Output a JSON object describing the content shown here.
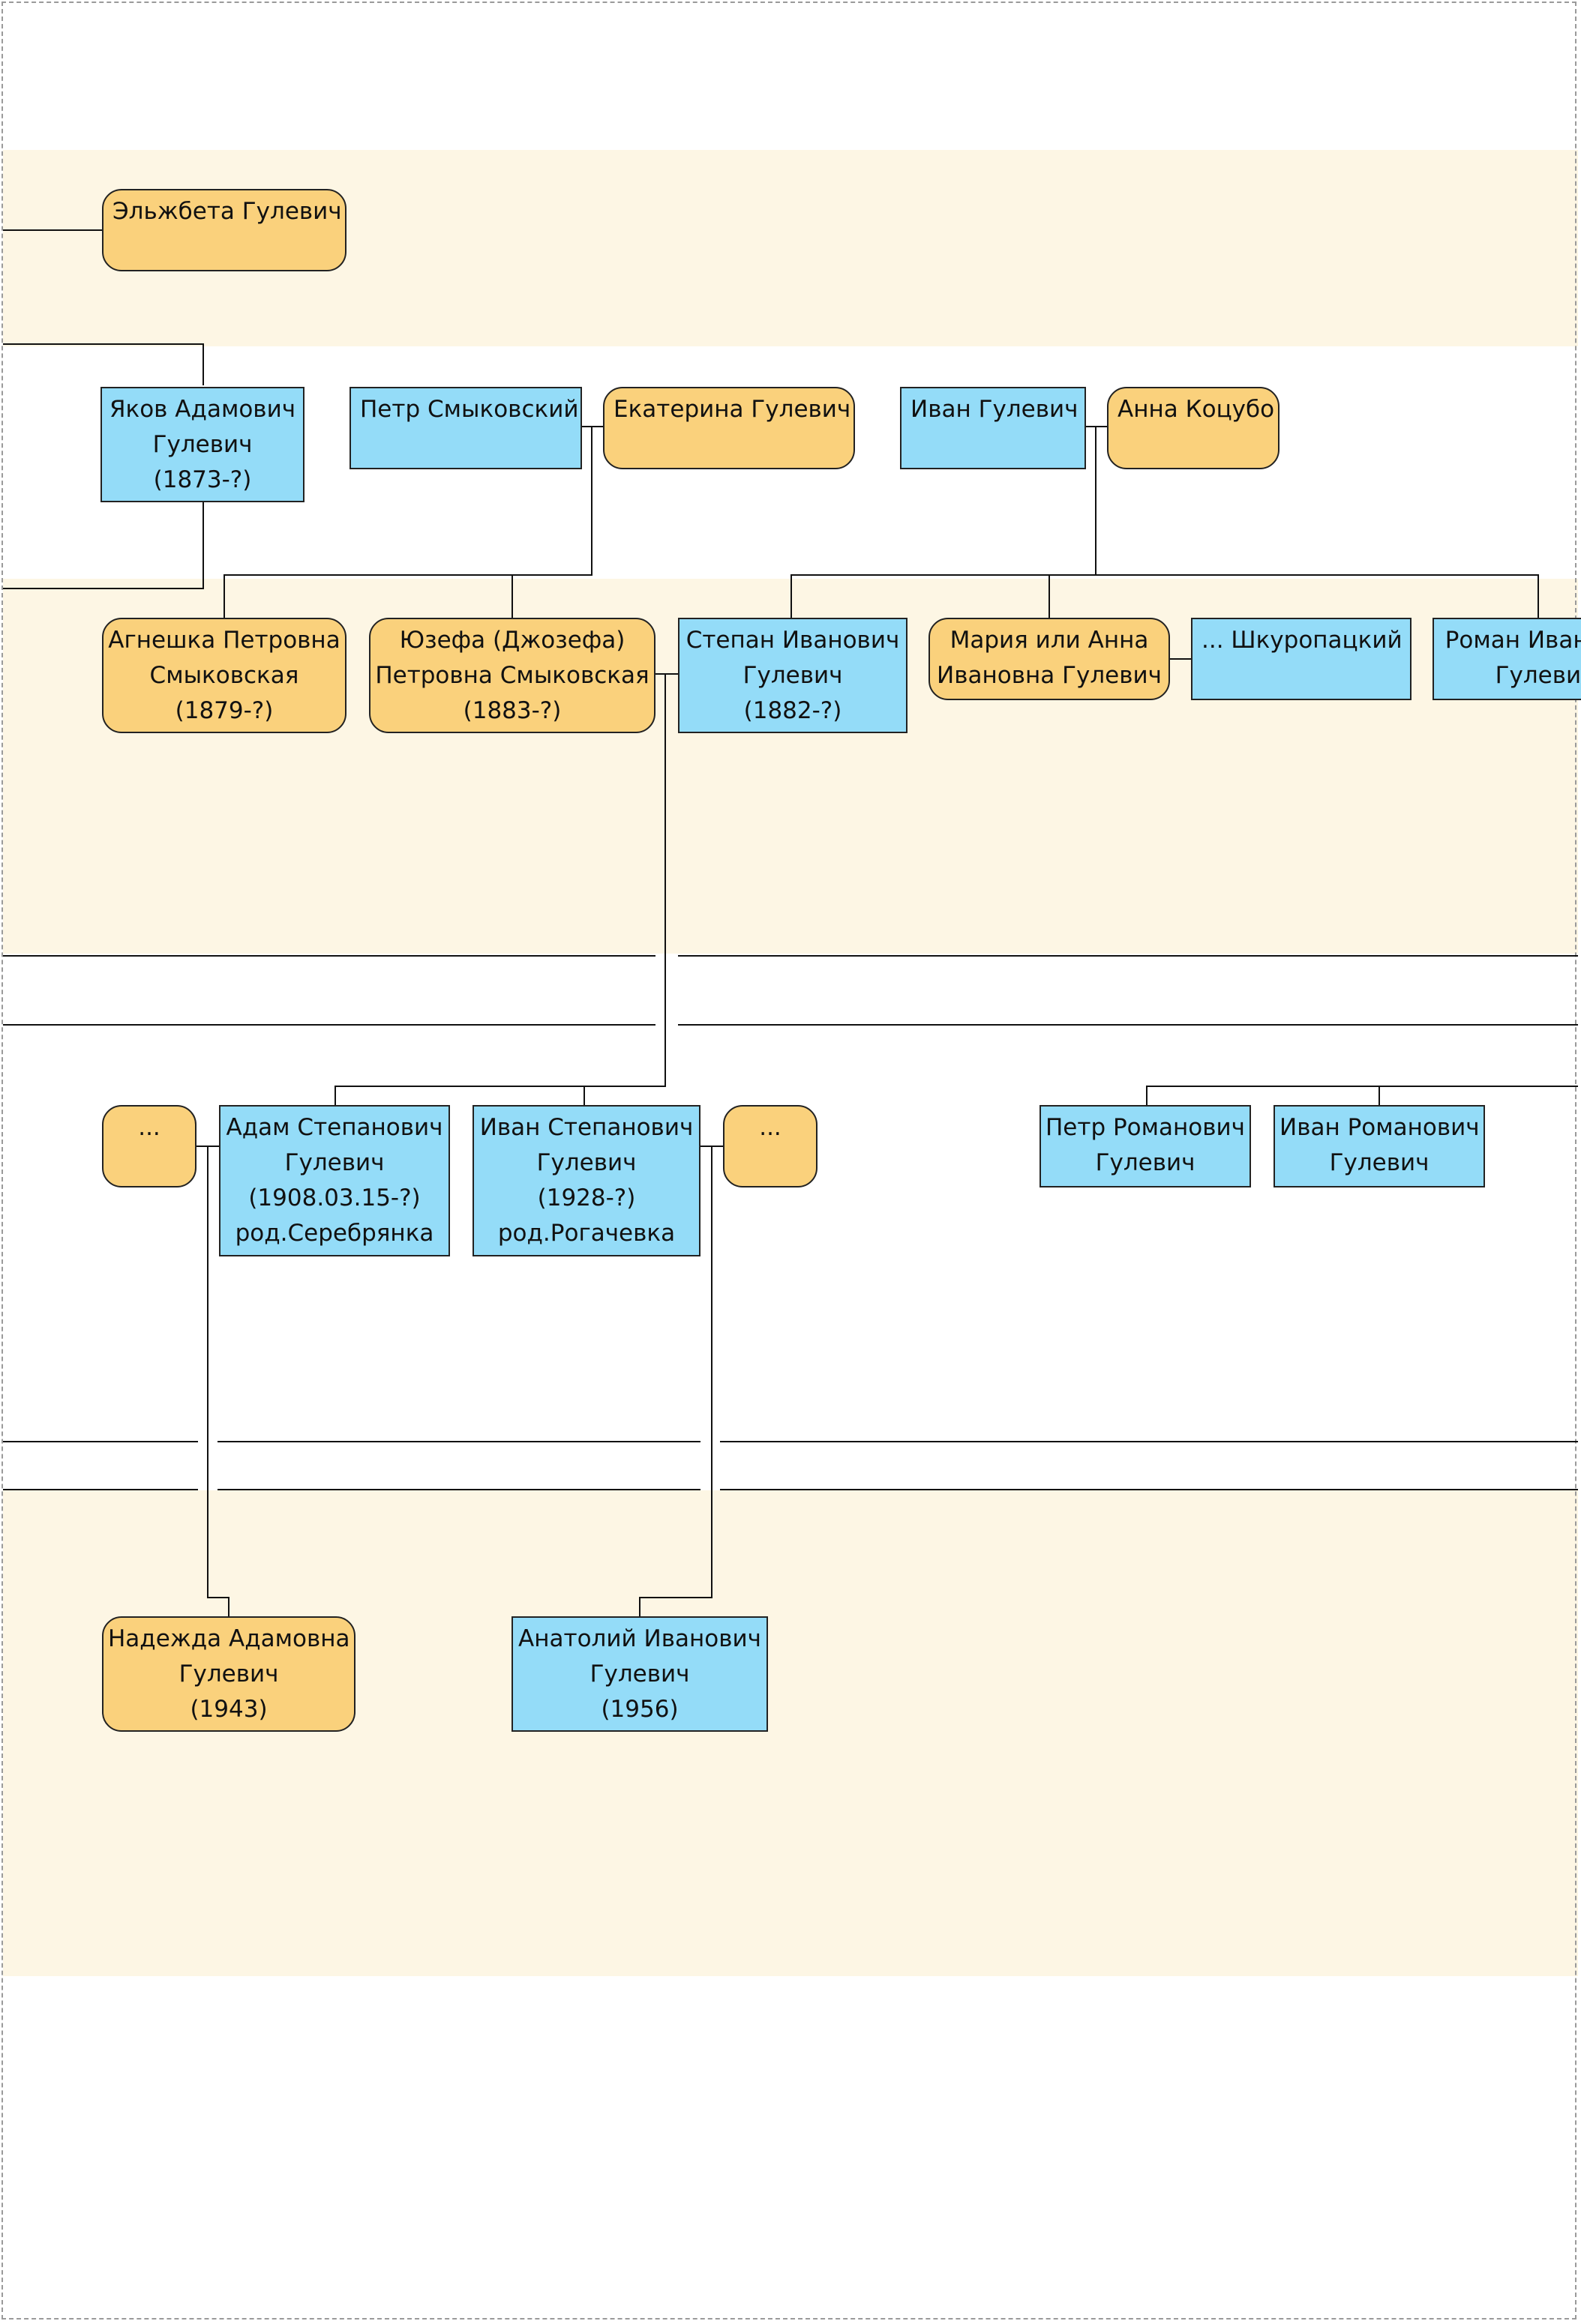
{
  "colors": {
    "female_fill": "#fad17c",
    "male_fill": "#94dcf8",
    "band_fill": "#fdf6e4",
    "line": "#111111",
    "border": "#222222"
  },
  "people": {
    "elzhbeta": {
      "line1": "Эльжбета Гулевич"
    },
    "yakov": {
      "line1": "Яков Адамович",
      "line2": "Гулевич",
      "line3": "(1873-?)"
    },
    "petr_smykovsky": {
      "line1": "Петр Смыковский"
    },
    "ekaterina": {
      "line1": "Екатерина Гулевич"
    },
    "ivan_gulevich": {
      "line1": "Иван Гулевич"
    },
    "anna_kotsubo": {
      "line1": "Анна Коцубо"
    },
    "agneshka": {
      "line1": "Агнешка Петровна",
      "line2": "Смыковская",
      "line3": "(1879-?)"
    },
    "yuzefa": {
      "line1": "Юзефа (Джозефа)",
      "line2": "Петровна Смыковская",
      "line3": "(1883-?)"
    },
    "stepan": {
      "line1": "Степан Иванович",
      "line2": "Гулевич",
      "line3": "(1882-?)"
    },
    "maria": {
      "line1": "Мария или Анна",
      "line2": "Ивановна Гулевич"
    },
    "shkuropatsky": {
      "line1": "... Шкуропацкий"
    },
    "roman": {
      "line1": "Роман Иванович",
      "line2": "Гулевич"
    },
    "wife_adam": {
      "line1": "..."
    },
    "adam": {
      "line1": "Адам Степанович",
      "line2": "Гулевич",
      "line3": "(1908.03.15-?)",
      "line4": "род.Серебрянка"
    },
    "ivan_st": {
      "line1": "Иван Степанович",
      "line2": "Гулевич",
      "line3": "(1928-?)",
      "line4": "род.Рогачевка"
    },
    "wife_ivan": {
      "line1": "..."
    },
    "petr_rom": {
      "line1": "Петр Романович",
      "line2": "Гулевич"
    },
    "ivan_rom": {
      "line1": "Иван Романович",
      "line2": "Гулевич"
    },
    "nadezhda": {
      "line1": "Надежда Адамовна",
      "line2": "Гулевич",
      "line3": "(1943)"
    },
    "anatoly": {
      "line1": "Анатолий Иванович",
      "line2": "Гулевич",
      "line3": "(1956)"
    }
  }
}
